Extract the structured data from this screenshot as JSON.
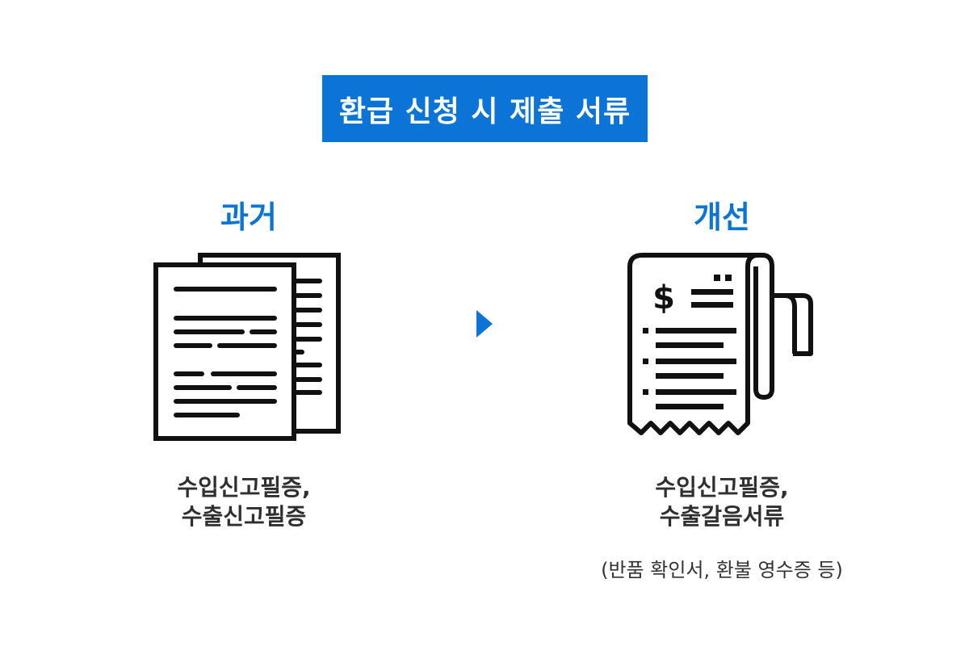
{
  "title": "환급 신청 시 제출 서류",
  "colors": {
    "accent": "#0b74d6",
    "text": "#2f2f2f",
    "icon": "#111111"
  },
  "before": {
    "heading": "과거",
    "icon": "documents-icon",
    "caption_line1": "수입신고필증,",
    "caption_line2": "수출신고필증"
  },
  "arrow_icon": "triangle-right-icon",
  "after": {
    "heading": "개선",
    "icon": "receipt-icon",
    "caption_line1": "수입신고필증,",
    "caption_line2": "수출갈음서류",
    "note": "(반품 확인서, 환불 영수증 등)"
  }
}
